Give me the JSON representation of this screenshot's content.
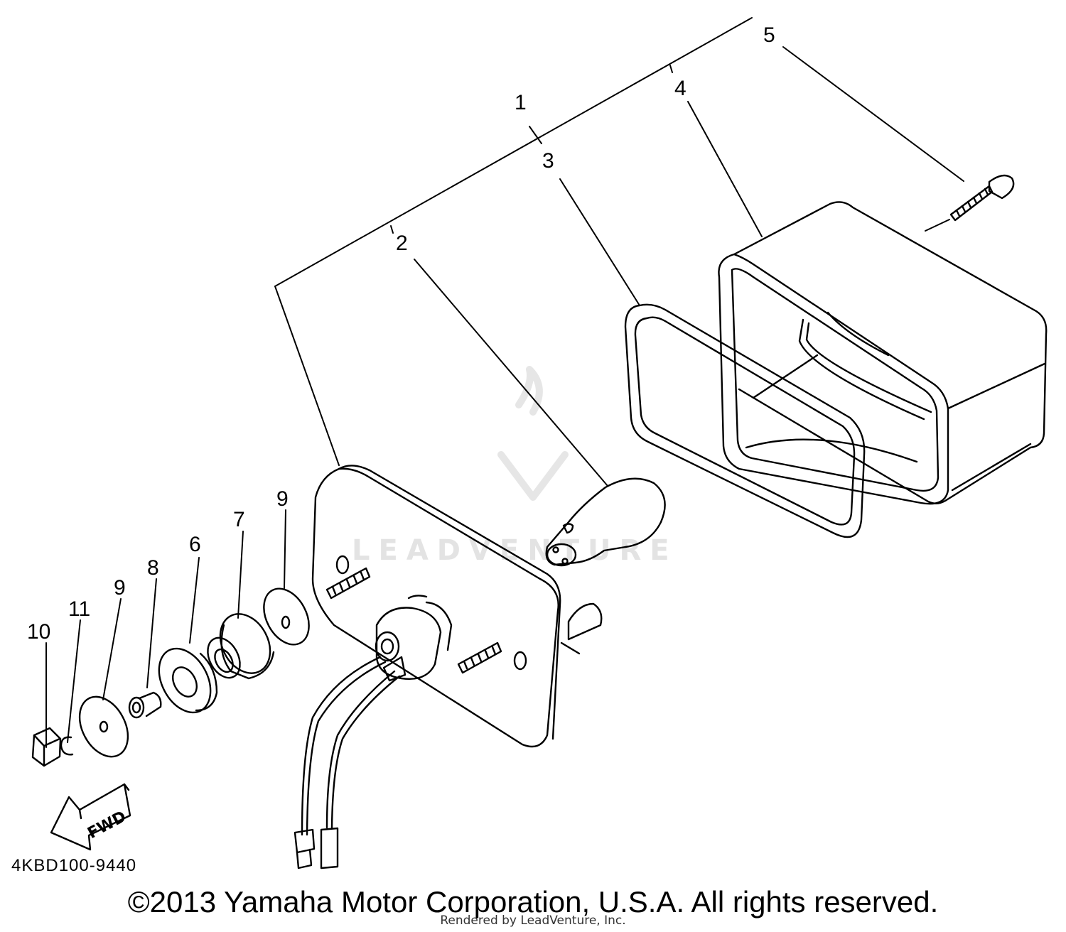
{
  "diagram": {
    "callouts": {
      "c1": "1",
      "c2": "2",
      "c3": "3",
      "c4": "4",
      "c5": "5",
      "c6": "6",
      "c7": "7",
      "c8": "8",
      "c9a": "9",
      "c9b": "9",
      "c10": "10",
      "c11": "11"
    },
    "direction_arrow": "FWD",
    "part_number": "4KBD100-9440",
    "watermark_text": "LEADVENTURE"
  },
  "footer": {
    "copyright": "©2013 Yamaha Motor Corporation, U.S.A. All rights reserved.",
    "rendered_by": "Rendered by LeadVenture, Inc."
  },
  "colors": {
    "ink": "#000000",
    "background": "#ffffff",
    "watermark": "#e3e3e3"
  }
}
